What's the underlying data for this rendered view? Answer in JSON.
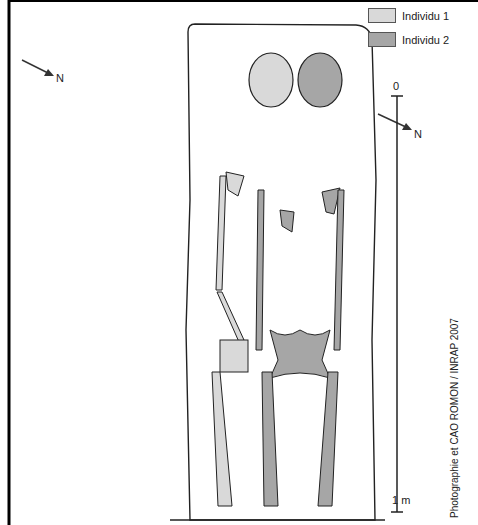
{
  "diagram": {
    "labels": [
      "N",
      "N",
      "0",
      "1 m",
      "Photographie et CAO ROMON / INRAP 2007"
    ],
    "legend": [
      {
        "text": "Individu 1",
        "color": "#d9d9d9"
      },
      {
        "text": "Individu 2",
        "color": "#a6a6a6"
      }
    ]
  }
}
